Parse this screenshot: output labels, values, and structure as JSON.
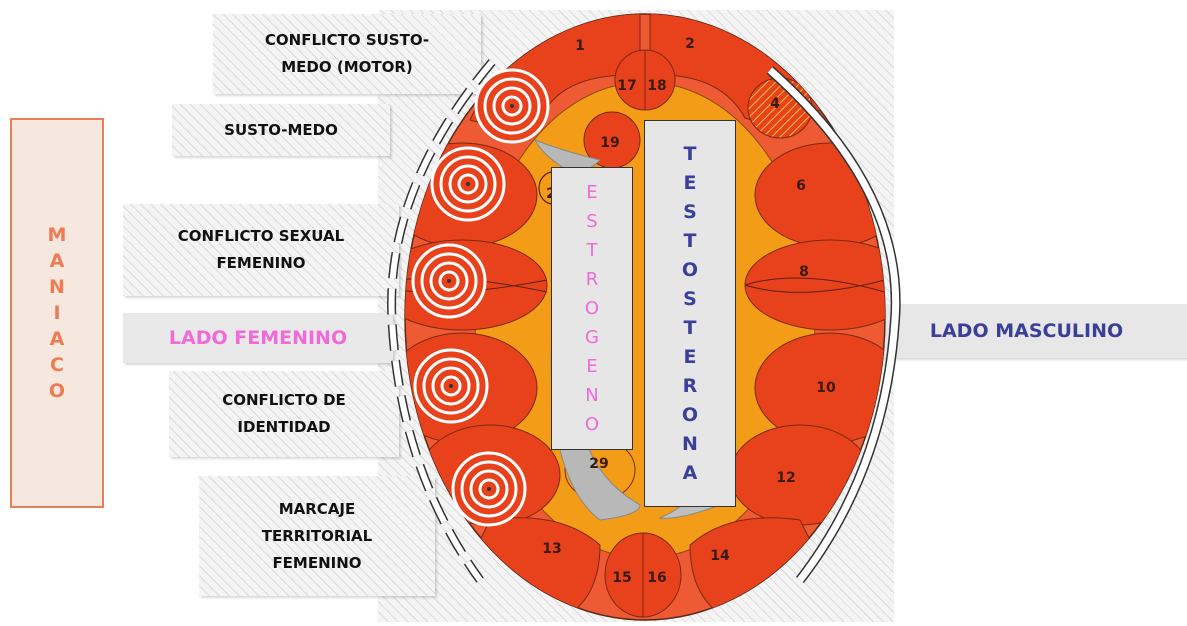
{
  "side_label": "M\nA\nN\nI\nA\nC\nO",
  "conflicts": {
    "susto_medo_motor": "CONFLICTO SUSTO-\nMEDO (MOTOR)",
    "susto_medo": "SUSTO-MEDO",
    "sexual_femenino": "CONFLICTO SEXUAL\nFEMENINO",
    "identidad": "CONFLICTO DE\nIDENTIDAD",
    "marcaje": "MARCAJE\nTERRITORIAL\nFEMENINO"
  },
  "sides": {
    "femenino": "LADO FEMENINO",
    "masculino": "LADO MASCULINO"
  },
  "hormones": {
    "estrogeno": "E\nS\nT\nR\nO\nG\nE\nN\nO",
    "testosterona": "T\nE\nS\nT\nO\nS\nT\nE\nR\nO\nN\nA"
  },
  "regions": [
    "1",
    "2",
    "4",
    "6",
    "8",
    "10",
    "12",
    "13",
    "14",
    "15",
    "16",
    "17",
    "18",
    "19",
    "2",
    "29"
  ],
  "colors": {
    "outer_red": "#ee5a33",
    "lobe_red": "#e8421c",
    "inner_orange": "#f39c18",
    "feminine_pink": "#f06ad8",
    "masculine_blue": "#3a3f97",
    "maniaco_orange": "#ee7b52"
  }
}
